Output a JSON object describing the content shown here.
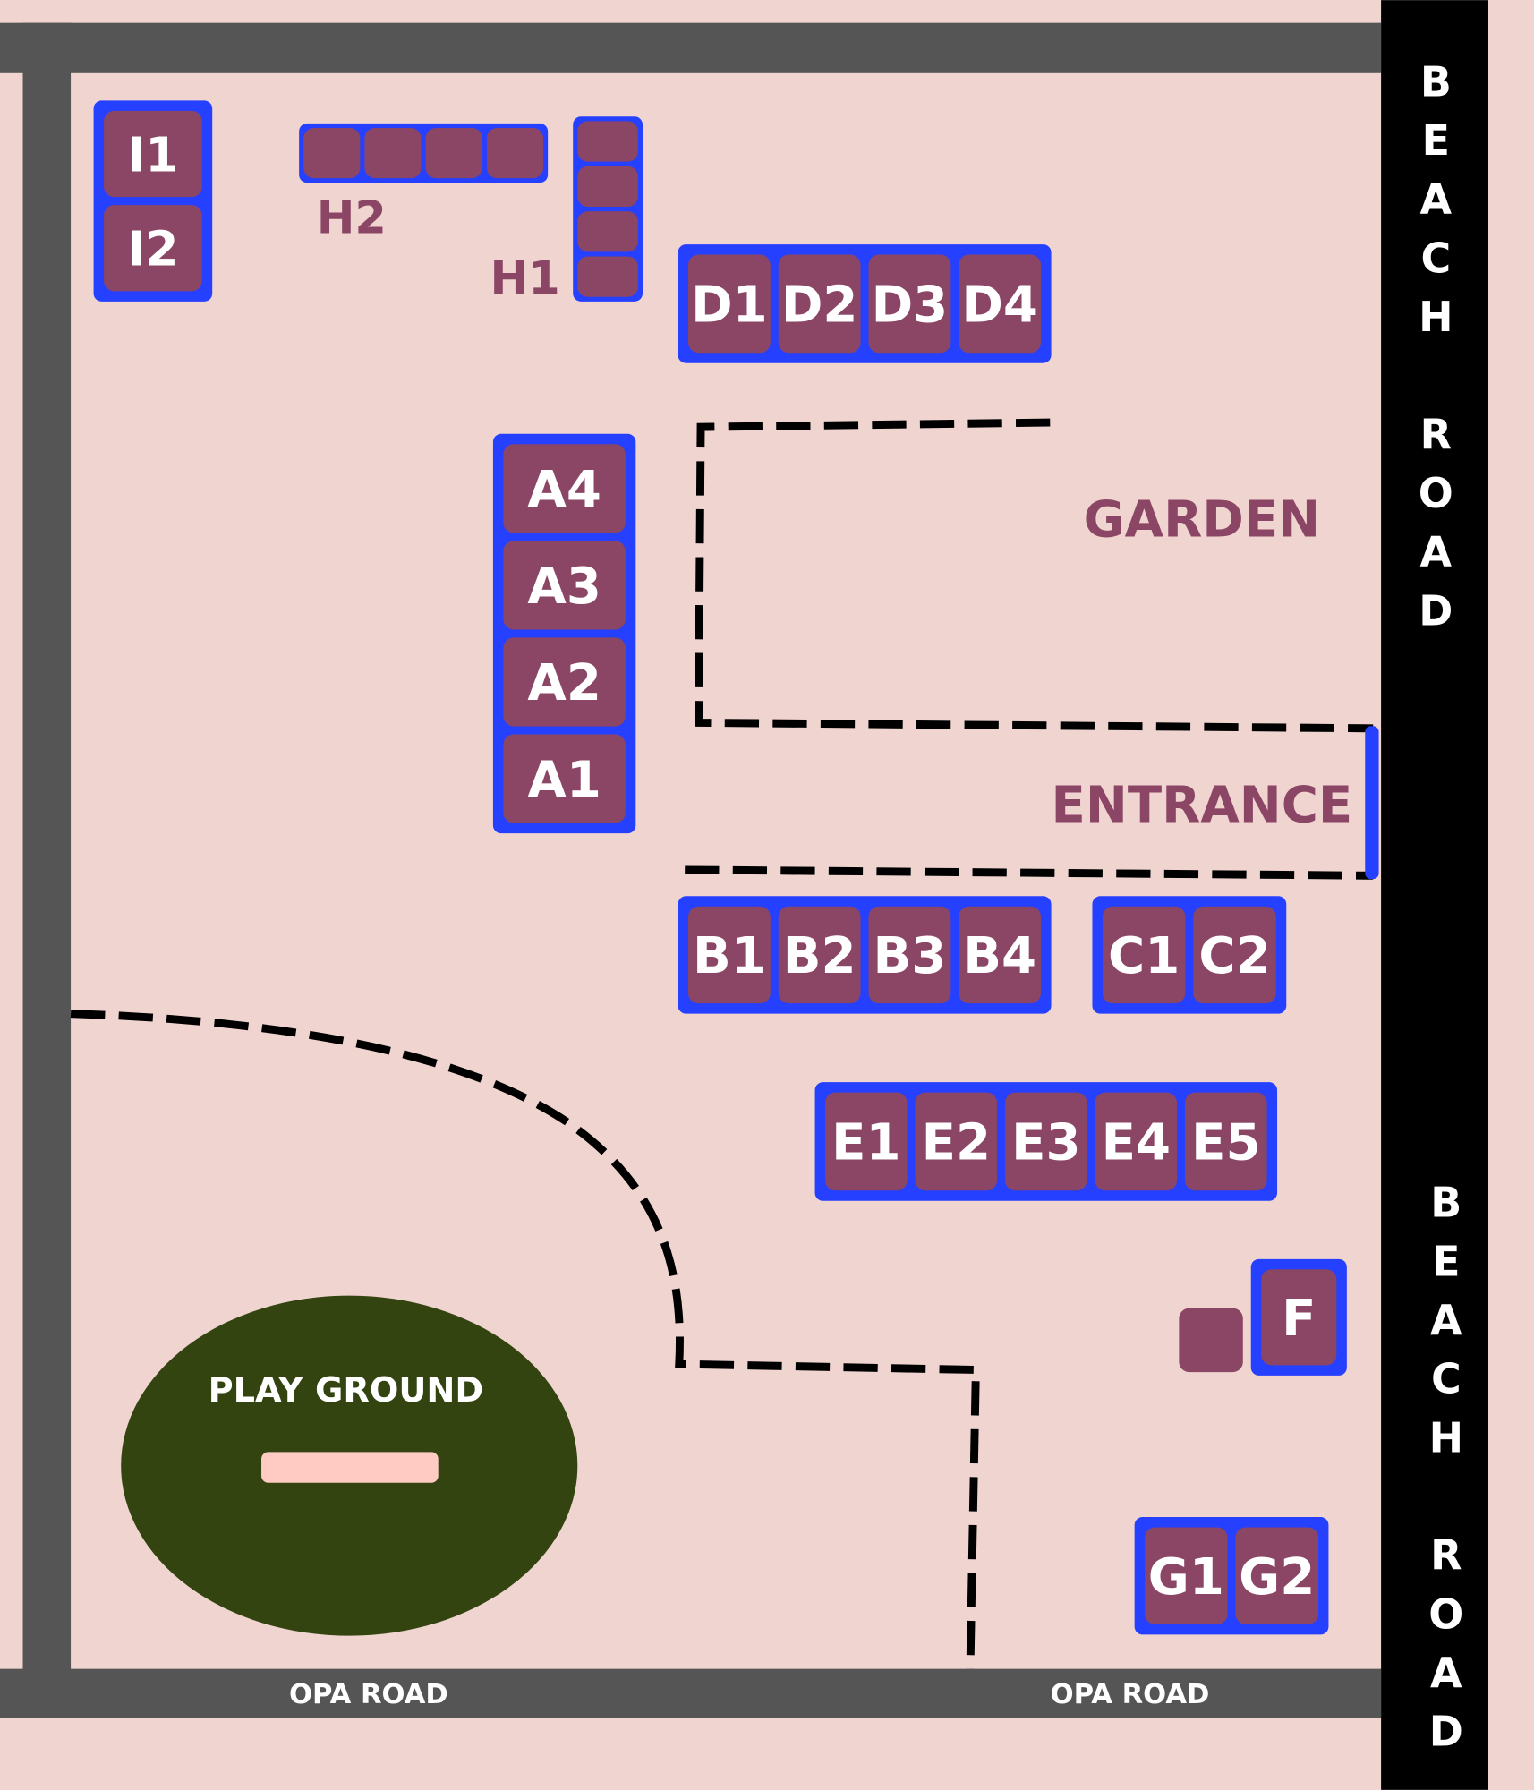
{
  "colors": {
    "background": "#f0d4d0",
    "road_gray": "#555555",
    "road_black": "#000000",
    "stall_border": "#2540ff",
    "stall_fill": "#8b4565",
    "label_purple": "#8b4565",
    "playground": "#334410",
    "playground_bar": "#ffcbc3"
  },
  "roads": {
    "opa_road_left": "OPA ROAD",
    "opa_road_right": "OPA ROAD",
    "beach_road_top": "BEACH ROAD",
    "beach_road_bottom": "BEACH ROAD"
  },
  "areas": {
    "garden": "GARDEN",
    "entrance": "ENTRANCE",
    "playground": "PLAY GROUND"
  },
  "stall_groups": [
    {
      "id": "I",
      "orientation": "vertical",
      "stalls": [
        "I1",
        "I2"
      ]
    },
    {
      "id": "H2",
      "label": "H2",
      "orientation": "horizontal",
      "stalls": [
        "",
        "",
        "",
        ""
      ]
    },
    {
      "id": "H1",
      "label": "H1",
      "orientation": "vertical",
      "stalls": [
        "",
        "",
        "",
        ""
      ]
    },
    {
      "id": "D",
      "orientation": "horizontal",
      "stalls": [
        "D1",
        "D2",
        "D3",
        "D4"
      ]
    },
    {
      "id": "A",
      "orientation": "vertical",
      "stalls": [
        "A4",
        "A3",
        "A2",
        "A1"
      ]
    },
    {
      "id": "B",
      "orientation": "horizontal",
      "stalls": [
        "B1",
        "B2",
        "B3",
        "B4"
      ]
    },
    {
      "id": "C",
      "orientation": "horizontal",
      "stalls": [
        "C1",
        "C2"
      ]
    },
    {
      "id": "E",
      "orientation": "horizontal",
      "stalls": [
        "E1",
        "E2",
        "E3",
        "E4",
        "E5"
      ]
    },
    {
      "id": "F",
      "orientation": "horizontal",
      "stalls": [
        "F"
      ]
    },
    {
      "id": "G",
      "orientation": "horizontal",
      "stalls": [
        "G1",
        "G2"
      ]
    }
  ]
}
